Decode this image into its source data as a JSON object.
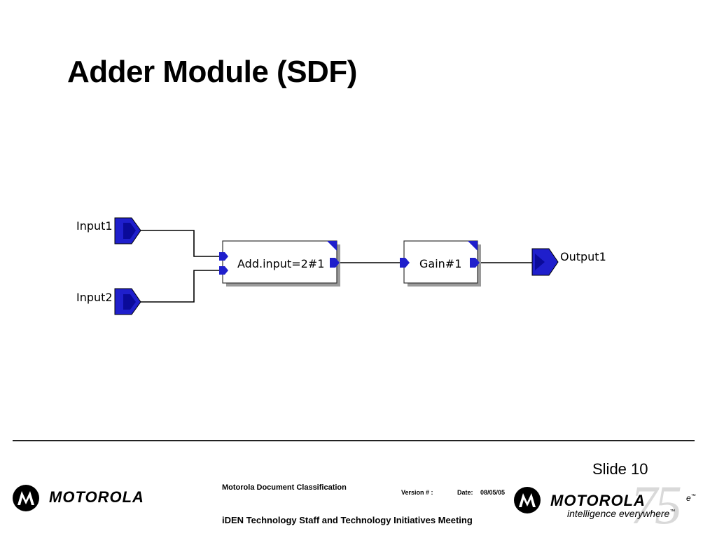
{
  "slide": {
    "title": "Adder Module (SDF)",
    "slide_number": "Slide 10"
  },
  "diagram": {
    "inputs": [
      {
        "label": "Input1"
      },
      {
        "label": "Input2"
      }
    ],
    "blocks": [
      {
        "label": "Add.input=2#1"
      },
      {
        "label": "Gain#1"
      }
    ],
    "output": {
      "label": "Output1"
    },
    "colors": {
      "port": "#1f1fcc",
      "wire": "#000000",
      "block_border": "#333333",
      "block_shadow": "#9a9a9a"
    }
  },
  "footer": {
    "doc_classification": "Motorola Document Classification",
    "version_label": "Version # :",
    "date_label": "Date:",
    "date_value": "08/05/05",
    "meeting": "iDEN Technology Staff  and Technology Initiatives Meeting",
    "brand_left": "MOTOROLA",
    "brand_right": "MOTOROLA",
    "tagline": "intelligence everywhere",
    "tm_suffix": "™",
    "watermark": "75",
    "edge_text": "e"
  }
}
